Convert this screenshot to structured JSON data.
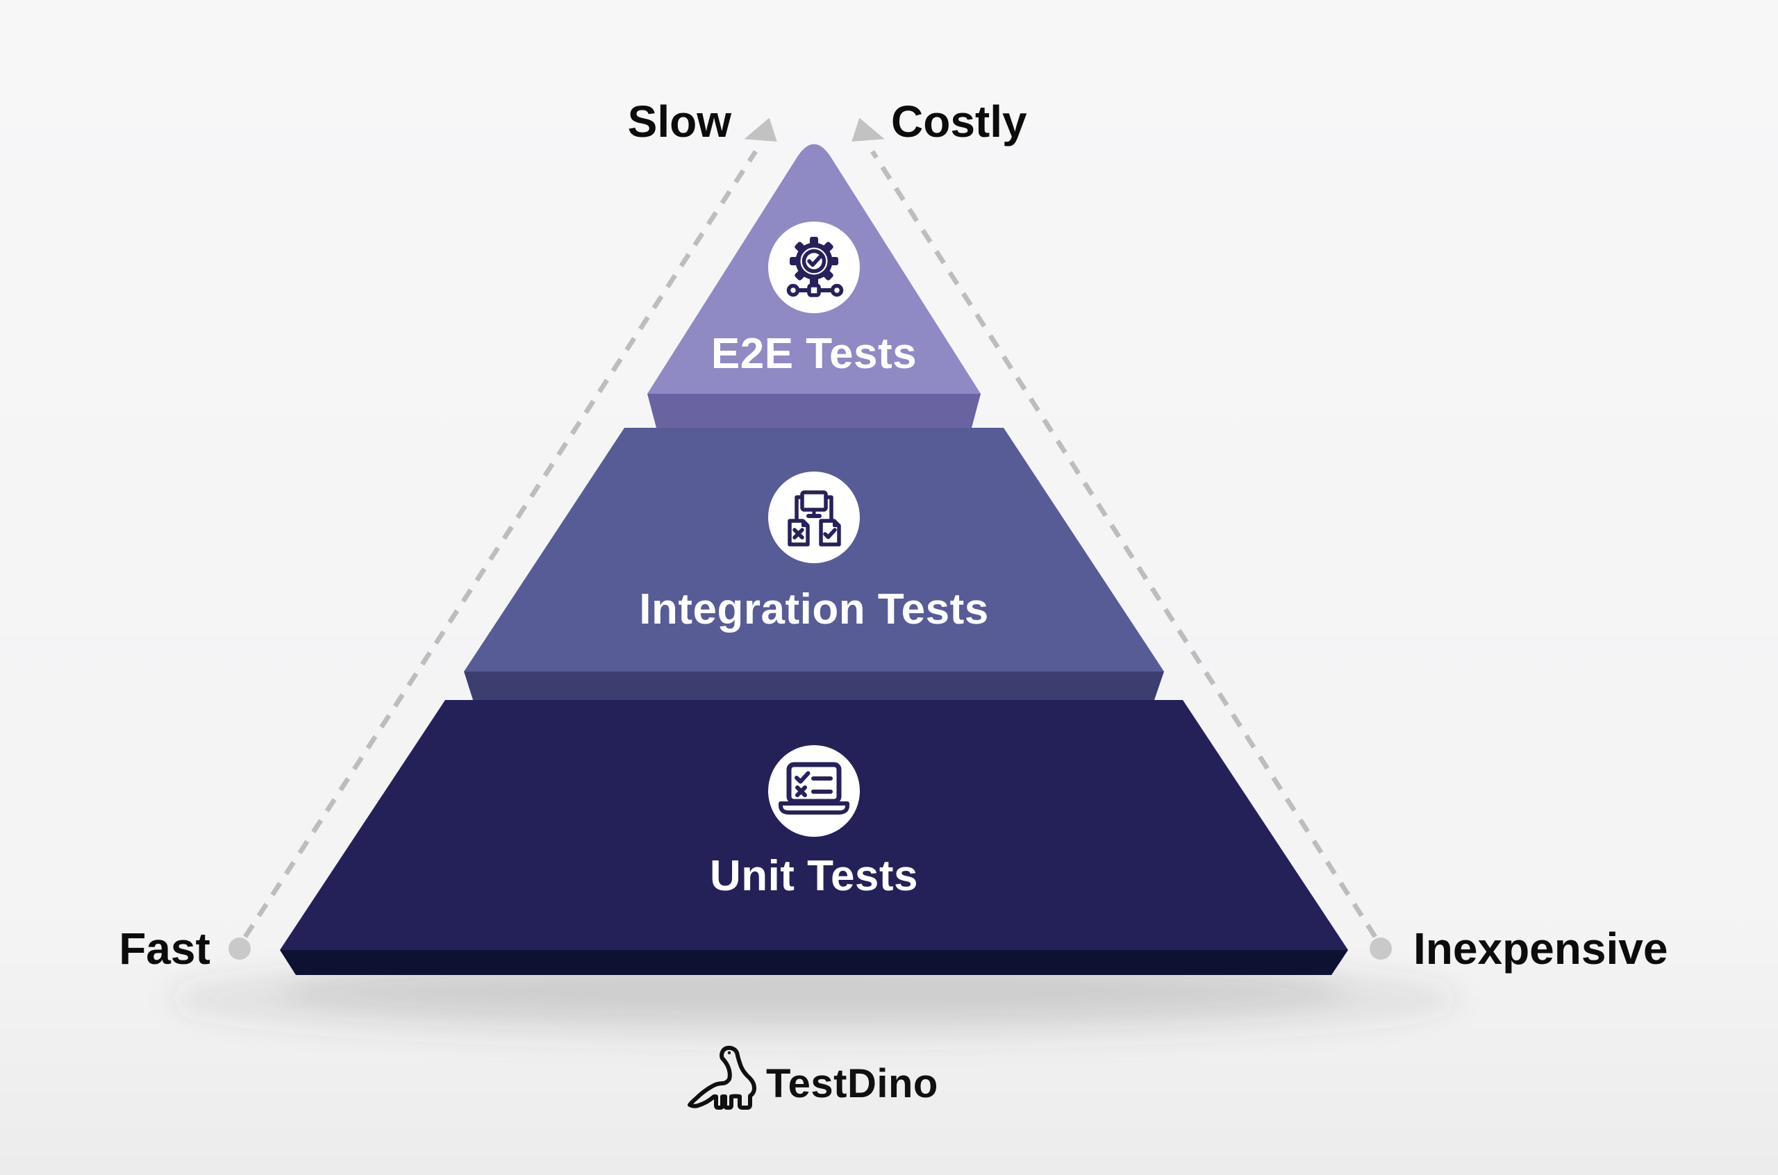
{
  "axis_labels": {
    "top_left": "Slow",
    "top_right": "Costly",
    "bottom_left": "Fast",
    "bottom_right": "Inexpensive"
  },
  "tiers": [
    {
      "label": "E2E Tests",
      "face_color": "#8F89C4",
      "edge_color": "#6A63A2",
      "icon": "gear-check-pipeline"
    },
    {
      "label": "Integration Tests",
      "face_color": "#575C96",
      "edge_color": "#3B3E6F",
      "icon": "monitor-pass-fail-docs"
    },
    {
      "label": "Unit Tests",
      "face_color": "#242159",
      "edge_color": "#0D1132",
      "icon": "laptop-checklist"
    }
  ],
  "brand": {
    "name": "TestDino"
  },
  "colors": {
    "background": "#F7F7F8",
    "label_text": "#0C0C0C",
    "tier_label_text": "#FFFFFF",
    "guide_line": "#BDBDBD",
    "guide_dot": "#C9C9C9",
    "guide_arrow": "#C2C2C2",
    "icon_stroke": "#26215B",
    "icon_background": "#FFFFFF",
    "brand_text": "#101010"
  }
}
